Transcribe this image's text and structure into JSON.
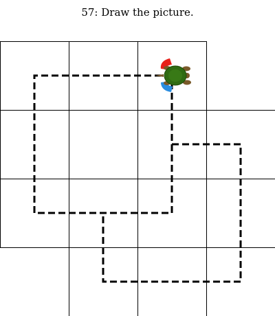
{
  "puzzle": {
    "number": 57,
    "instruction": "Draw the picture.",
    "heading": "57: Draw the picture."
  },
  "colors": {
    "grid_line": "#000000",
    "path_line": "#000000",
    "turtle_shell": "#2f6b12",
    "turtle_body": "#7a5a2a",
    "turn_left_arrow": "#e8211a",
    "turn_right_arrow": "#2a8de0"
  },
  "icons": {
    "turtle": "turtle-icon",
    "turn_left": "rotate-left-arrow-icon",
    "turn_right": "rotate-right-arrow-icon"
  }
}
